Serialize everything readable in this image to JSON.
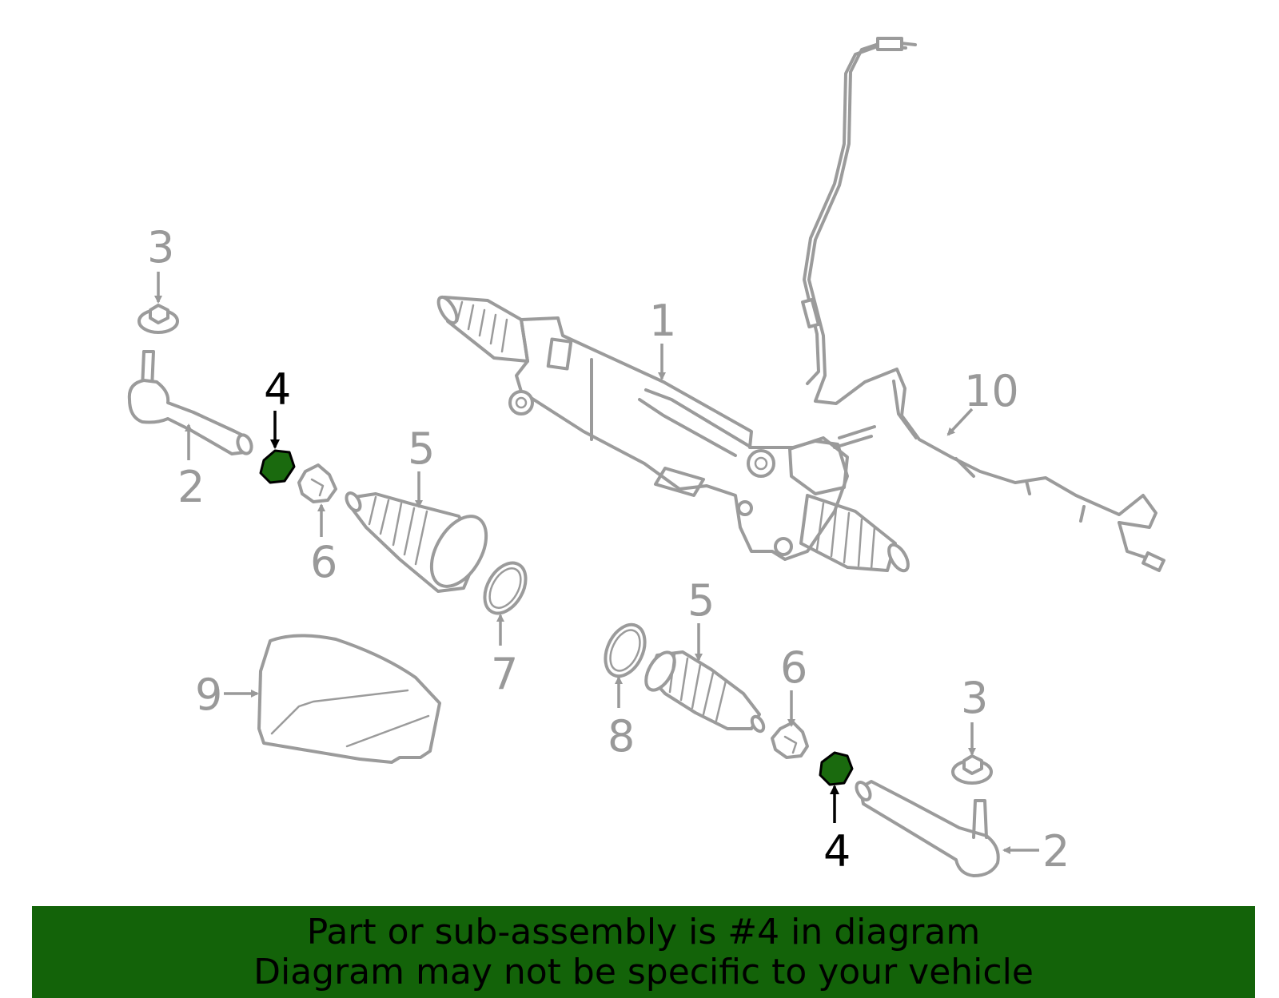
{
  "colors": {
    "part_outline": "#9b9b9b",
    "label_gray": "#999999",
    "highlight_fill": "#1a6a0e",
    "banner_bg": "#136309",
    "highlight_text": "#000000"
  },
  "callouts": {
    "c1": "1",
    "c2_left": "2",
    "c2_right": "2",
    "c3_left": "3",
    "c3_right": "3",
    "c4_left": "4",
    "c4_right": "4",
    "c5_left": "5",
    "c5_right": "5",
    "c6_left": "6",
    "c6_right": "6",
    "c7": "7",
    "c8": "8",
    "c9": "9",
    "c10": "10"
  },
  "highlighted_part": "4",
  "banner": {
    "line1": "Part or sub-assembly is #4 in diagram",
    "line2": "Diagram may not be specific to your vehicle"
  }
}
